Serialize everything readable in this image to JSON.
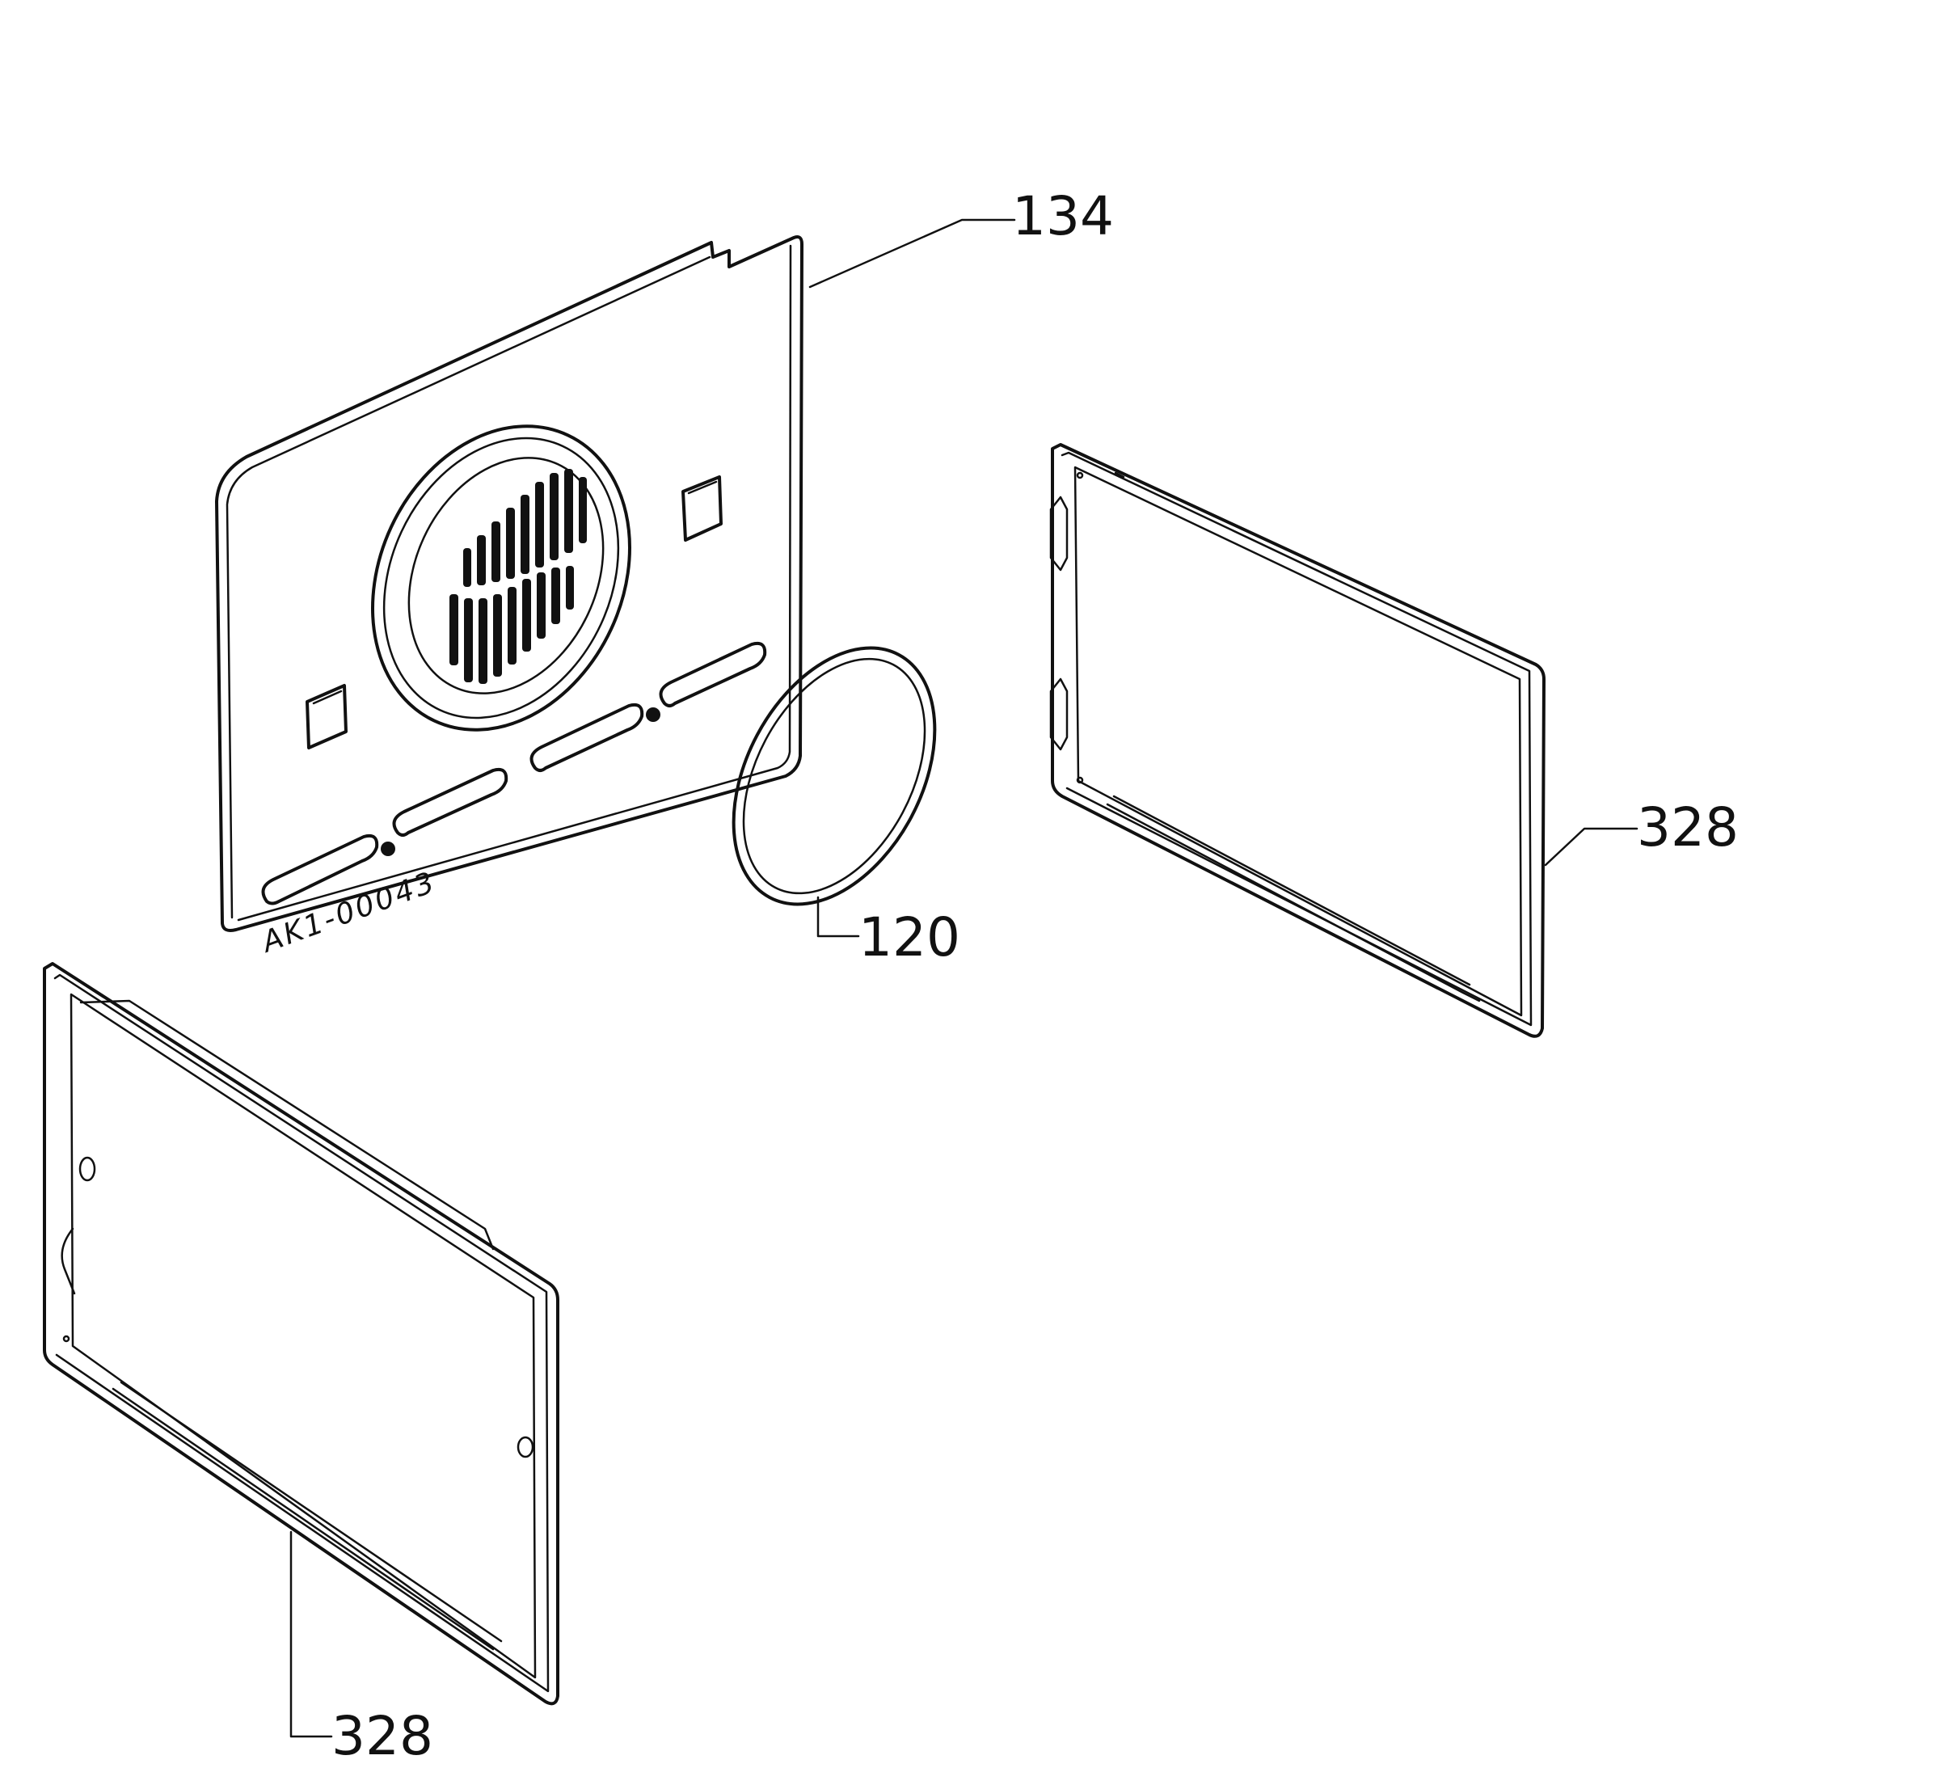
{
  "drawing_code": "AK1-00043",
  "callouts": {
    "back_panel": "134",
    "filter": "120",
    "right_glass": "328",
    "left_glass": "328"
  }
}
